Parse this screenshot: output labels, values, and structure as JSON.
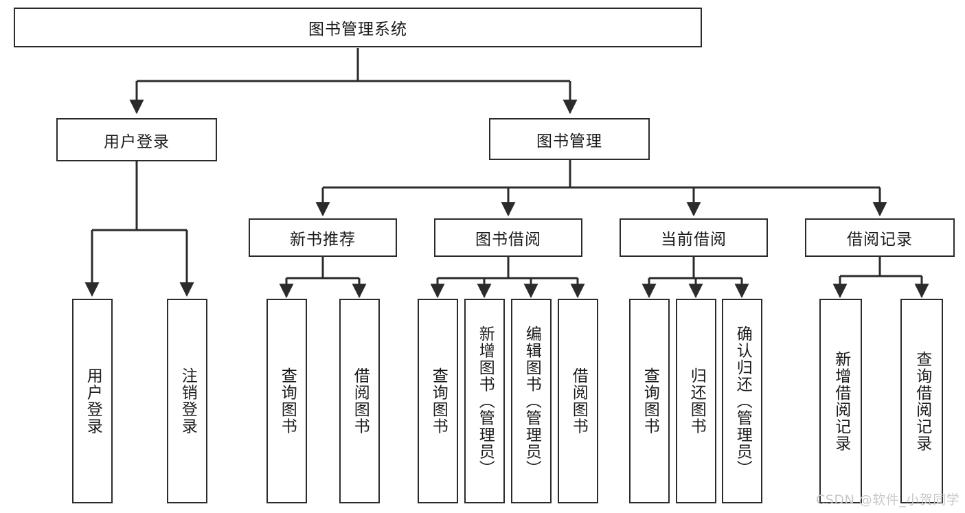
{
  "diagram": {
    "type": "hierarchy-tree",
    "title": "图书管理系统",
    "orientation": "top-down",
    "levels": 4,
    "root": {
      "label": "图书管理系统"
    },
    "level2": [
      {
        "label": "用户登录"
      },
      {
        "label": "图书管理"
      }
    ],
    "level3": [
      {
        "label": "新书推荐"
      },
      {
        "label": "图书借阅"
      },
      {
        "label": "当前借阅"
      },
      {
        "label": "借阅记录"
      }
    ],
    "leaves": {
      "user_login": [
        {
          "label": "用户登录"
        },
        {
          "label": "注销登录"
        }
      ],
      "new_book_recommend": [
        {
          "label": "查询图书"
        },
        {
          "label": "借阅图书"
        }
      ],
      "book_borrow": [
        {
          "label": "查询图书"
        },
        {
          "label": "新增图书（管理员）"
        },
        {
          "label": "编辑图书（管理员）"
        },
        {
          "label": "借阅图书"
        }
      ],
      "current_borrow": [
        {
          "label": "查询图书"
        },
        {
          "label": "归还图书"
        },
        {
          "label": "确认归还（管理员）"
        }
      ],
      "borrow_record": [
        {
          "label": "新增借阅记录"
        },
        {
          "label": "查询借阅记录"
        }
      ]
    }
  },
  "watermark": {
    "text": "CSDN @软件_小贺同学"
  },
  "colors": {
    "stroke": "#2b2b2b",
    "fill": "#ffffff",
    "text": "#1a1a1a",
    "watermark": "#c8c8c8"
  }
}
